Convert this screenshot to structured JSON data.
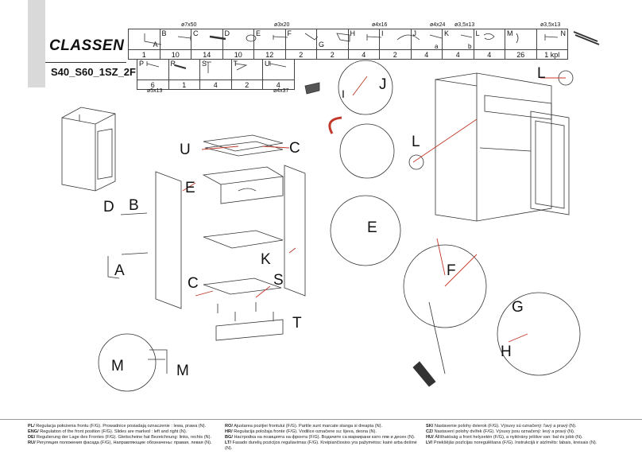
{
  "brand": "CLASSEN",
  "model": "S40_S60_1SZ_2F",
  "parts_row1": [
    {
      "letter": "A",
      "qty": "1"
    },
    {
      "letter": "B",
      "qty": "10"
    },
    {
      "letter": "C",
      "qty": "14"
    },
    {
      "letter": "D",
      "qty": "10"
    },
    {
      "letter": "E",
      "qty": "12"
    },
    {
      "letter": "F",
      "qty": "2"
    },
    {
      "letter": "G",
      "qty": "2"
    },
    {
      "letter": "H",
      "qty": "4"
    },
    {
      "letter": "I",
      "qty": "2"
    },
    {
      "letter": "J",
      "qty": "4"
    },
    {
      "letter": "K",
      "qty": "4"
    },
    {
      "letter": "L",
      "qty": "4"
    },
    {
      "letter": "M",
      "qty": "26"
    },
    {
      "letter": "N",
      "qty": "1 kpl"
    }
  ],
  "parts_row2": [
    {
      "letter": "P",
      "qty": "6"
    },
    {
      "letter": "R",
      "qty": "1"
    },
    {
      "letter": "S",
      "qty": "4"
    },
    {
      "letter": "T",
      "qty": "2"
    },
    {
      "letter": "U",
      "qty": "4"
    }
  ],
  "part_letters_extra": {
    "a": "a",
    "b": "b"
  },
  "dimensions": {
    "b": "ø7x50",
    "e": "ø3x20",
    "h": "ø4x16",
    "j": "ø4x24",
    "jb": "ø3,5x13",
    "m": "ø3,5x13",
    "p": "ø5x13",
    "u": "ø4x37"
  },
  "callouts": [
    "U",
    "C",
    "E",
    "B",
    "D",
    "A",
    "C",
    "S",
    "T",
    "K",
    "E",
    "J",
    "I",
    "L",
    "L",
    "F",
    "G",
    "H",
    "M",
    "M"
  ],
  "footer": {
    "col1": [
      {
        "code": "PL/",
        "text": "Regulacja położenia frontu (F/G). Prowadnice posiadają oznaczenie : lewa, prawa (N)."
      },
      {
        "code": "ENG/",
        "text": "Regulation of the front position (F/G). Slides are marked : left and right (N)."
      },
      {
        "code": "DE/",
        "text": "Regulierung der Lage des Frontes (F/G). Gleitscheine hat Bezeichnung: links, rechts (N)."
      },
      {
        "code": "RU/",
        "text": "Регуляция положения фасада (F/G), Направляющие обозначены: правая, левая (N)."
      }
    ],
    "col2": [
      {
        "code": "RO/",
        "text": "Ajustarea poziţiei frontului (F/G). Partile sunt marcate stanga si dreapta (N)."
      },
      {
        "code": "HR/",
        "text": "Regulacija položaja fronte (F/G). Vodilice označene su: lijeva, desna (N)."
      },
      {
        "code": "BG/",
        "text": "Настройка на позицията на фронта (F/G). Водачите са маркирани като ляв и десен (N)."
      },
      {
        "code": "LT/",
        "text": "Fasado durelių pozicijos reguliavimas (F/G). Kreipiančiosios yra pažymėtos: kairė arba dešinė (N)."
      }
    ],
    "col3": [
      {
        "code": "SK/",
        "text": "Nastavenie polohy dvierok (F/G). Výsuvy sú označený: ľavý a pravý (N)."
      },
      {
        "code": "CZ/",
        "text": "Nastavení polohy dvířek (F/G). Výsuvy jsou označený: levý a pravý (N)."
      },
      {
        "code": "HU/",
        "text": "Állíthatóság a front helyzetén (F/G), a nyitórány jelölve van: bal és jobb (N)."
      },
      {
        "code": "LV/",
        "text": "Priekšējās pozīcijas noregulēšana (F/G). Instrukcijā ir atzīmēts: labais, kreisais (N)."
      }
    ]
  }
}
